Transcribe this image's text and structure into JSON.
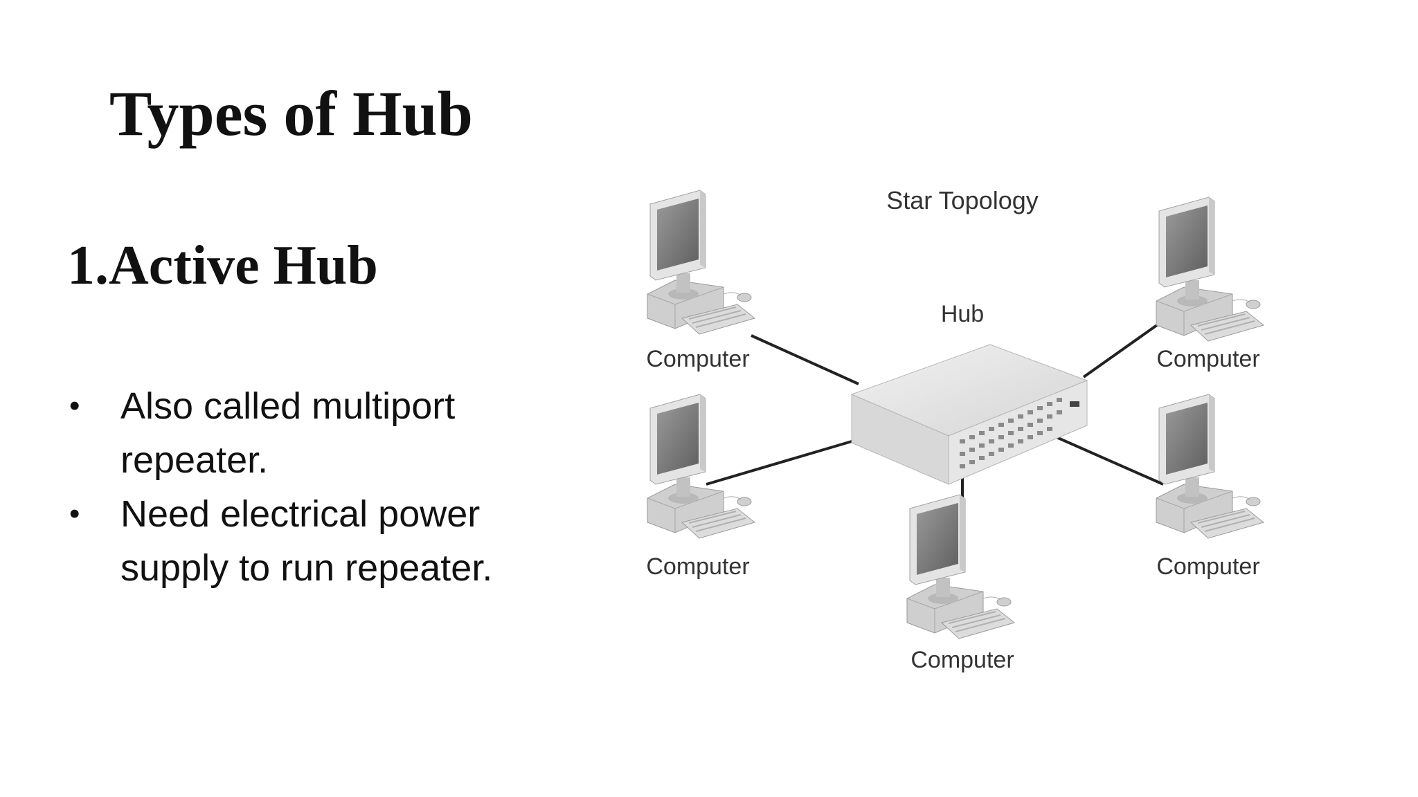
{
  "slide": {
    "title": "Types of Hub",
    "subtitle": "1.Active Hub",
    "bullets": [
      "Also called multiport repeater.",
      "Need electrical power supply to run repeater."
    ]
  },
  "diagram": {
    "title": "Star Topology",
    "hub_label": "Hub",
    "computer_label": "Computer"
  }
}
